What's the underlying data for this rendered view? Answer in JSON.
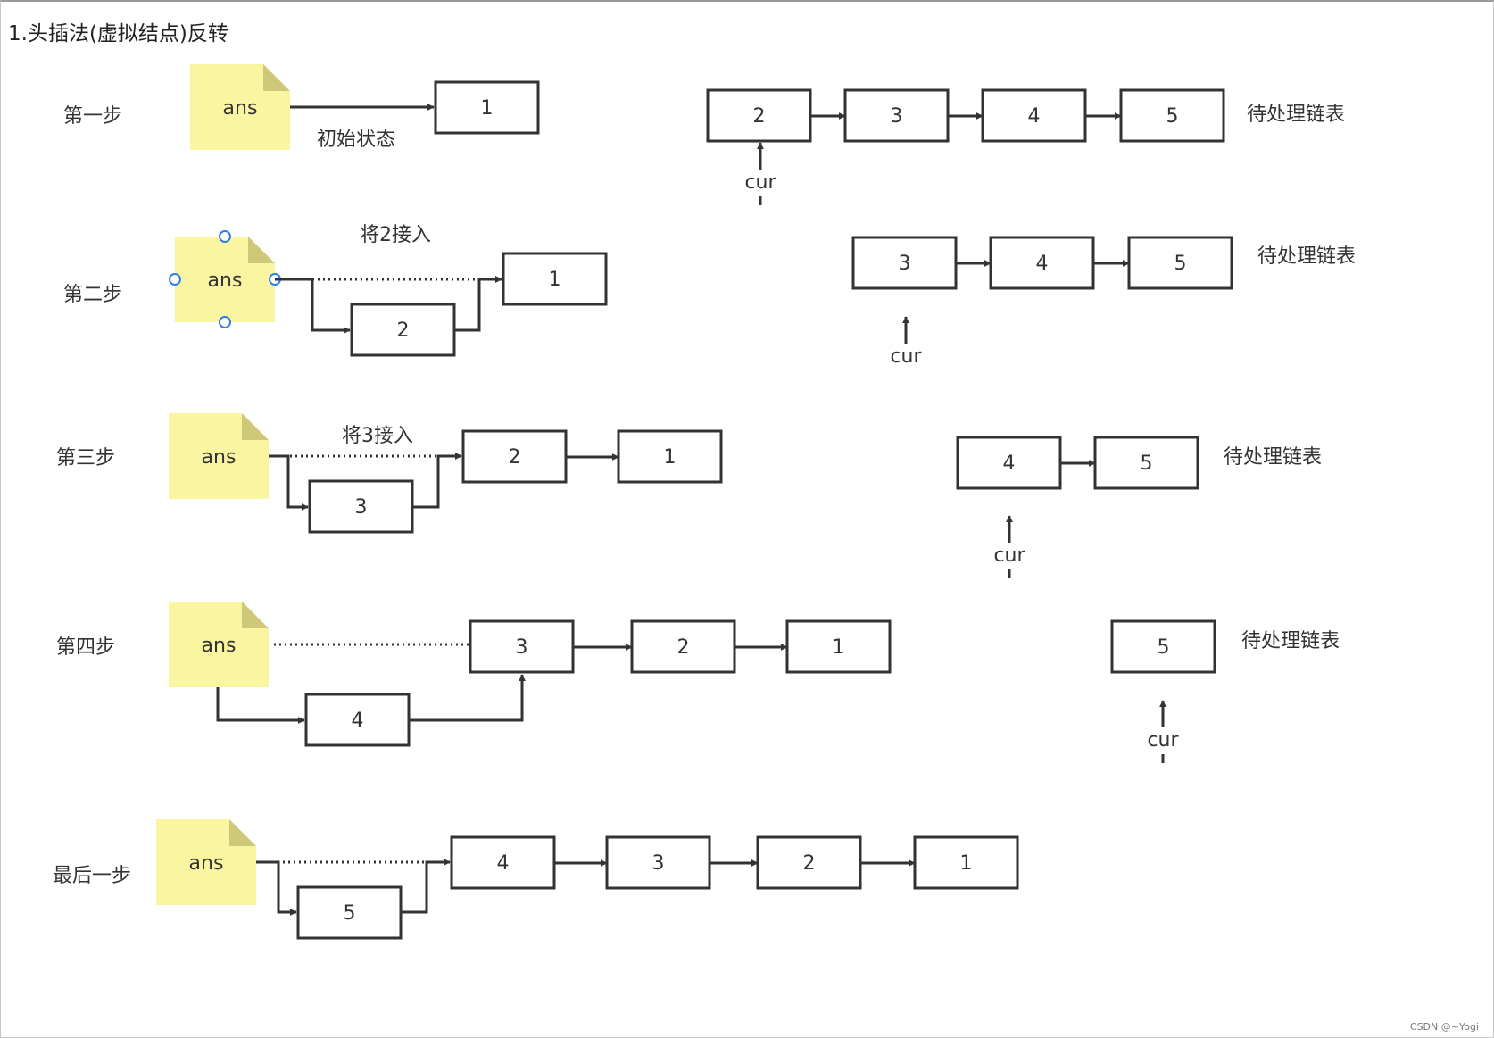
{
  "title": "1.头插法(虚拟结点)反转",
  "watermark": "CSDN @~Yogi",
  "note_label": "ans",
  "cur_label": "cur",
  "pending_label": "待处理链表",
  "colors": {
    "note_fill": "#f9f5a1",
    "note_fold": "#cfc878",
    "box_stroke": "#333333",
    "handle": "#2f7fe6"
  },
  "steps": [
    {
      "label": "第一步",
      "caption": "初始状态",
      "reversed": [
        "1"
      ],
      "inserted": null,
      "pending": [
        "2",
        "3",
        "4",
        "5"
      ]
    },
    {
      "label": "第二步",
      "caption": "将2接入",
      "reversed": [
        "1"
      ],
      "inserted": "2",
      "pending": [
        "3",
        "4",
        "5"
      ]
    },
    {
      "label": "第三步",
      "caption": "将3接入",
      "reversed": [
        "2",
        "1"
      ],
      "inserted": "3",
      "pending": [
        "4",
        "5"
      ]
    },
    {
      "label": "第四步",
      "caption": "",
      "reversed": [
        "3",
        "2",
        "1"
      ],
      "inserted": "4",
      "pending": [
        "5"
      ]
    },
    {
      "label": "最后一步",
      "caption": "",
      "reversed": [
        "4",
        "3",
        "2",
        "1"
      ],
      "inserted": "5",
      "pending": []
    }
  ]
}
